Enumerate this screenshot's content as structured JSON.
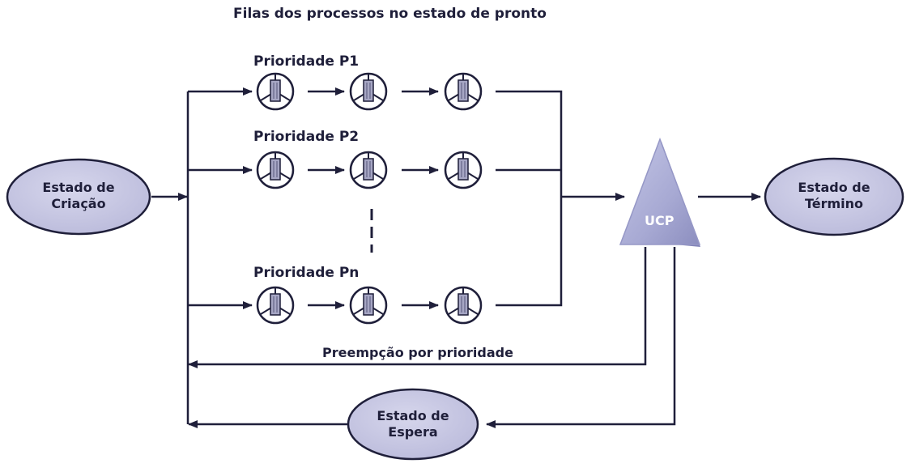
{
  "title": "Filas dos processos no estado de pronto",
  "queues": [
    {
      "label": "Prioridade P1"
    },
    {
      "label": "Prioridade P2"
    },
    {
      "label": "Prioridade Pn"
    }
  ],
  "nodes": {
    "creation": {
      "line1": "Estado de",
      "line2": "Criação"
    },
    "termination": {
      "line1": "Estado de",
      "line2": "Término"
    },
    "waiting": {
      "line1": "Estado de",
      "line2": "Espera"
    },
    "cpu": {
      "label": "UCP"
    }
  },
  "preemption_label": "Preempção por prioridade",
  "colors": {
    "line": "#1f1f3a",
    "ellipse_fill": "#c9c9e4",
    "ellipse_stroke": "#1f1f3a",
    "cpu_fill": "#aeb0d6",
    "cpu_shade": "#8a8cbd",
    "process_fill": "#ffffff",
    "process_bar": "#9d9dbd"
  },
  "icons": {
    "process": "process-wheel-icon",
    "arrow": "arrow-right-icon",
    "ellipsis": "vertical-dashed-ellipsis"
  }
}
